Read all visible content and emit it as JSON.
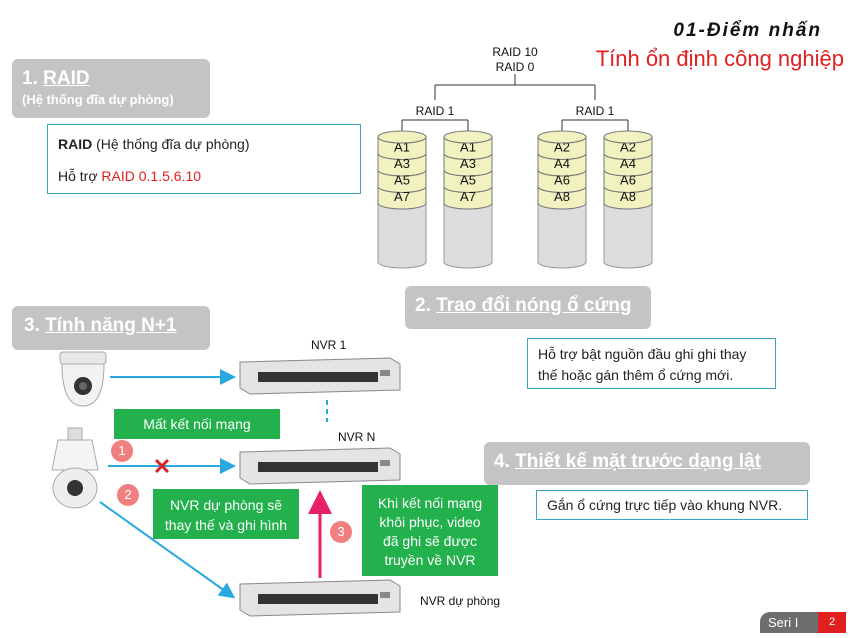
{
  "header": {
    "title": "01-Điểm nhấn",
    "subtitle": "Tính ổn định công nghiệp"
  },
  "raid_section": {
    "number": "1. ",
    "title": "RAID",
    "subtitle": "(Hệ thống đĩa dự phòng)",
    "box_bold": "RAID",
    "box_rest": " (Hệ thống đĩa dự phòng)",
    "box_line2_prefix": "Hỗ trợ ",
    "box_line2_value": "RAID 0.1.5.6.10"
  },
  "raid_diagram": {
    "top_line1": "RAID 10",
    "top_line2": "RAID 0",
    "group_label_left": "RAID 1",
    "group_label_right": "RAID 1",
    "disks": [
      [
        "A1",
        "A3",
        "A5",
        "A7"
      ],
      [
        "A1",
        "A3",
        "A5",
        "A7"
      ],
      [
        "A2",
        "A4",
        "A6",
        "A8"
      ],
      [
        "A2",
        "A4",
        "A6",
        "A8"
      ]
    ]
  },
  "hot_swap": {
    "number": "2. ",
    "title": "Trao đổi nóng ổ cứng",
    "desc_line1": "Hỗ trợ bật nguồn đầu ghi ghi thay",
    "desc_line2": "thế hoặc gán thêm ổ cứng mới."
  },
  "n_plus_1": {
    "number": "3. ",
    "title": "Tính năng N+1",
    "nvr1_label": "NVR 1",
    "nvrn_label": "NVR N",
    "nvr_backup_label": "NVR dự phòng",
    "step1_text": "Mất kết nối mạng",
    "step2_line1": "NVR dự phòng sẽ",
    "step2_line2": "thay thế và ghi hình",
    "step3_line1": "Khi kết nối mạng",
    "step3_line2": "khôi phục, video",
    "step3_line3": "đã ghi sẽ được",
    "step3_line4": "truyền về NVR",
    "num1": "1",
    "num2": "2",
    "num3": "3"
  },
  "front_panel": {
    "number": "4. ",
    "title": "Thiết kế mặt trước dạng lật",
    "desc": "Gắn ổ cứng trực tiếp vào khung NVR."
  },
  "footer": {
    "series": "Seri I",
    "page": "2"
  },
  "colors": {
    "accent_red": "#e02020",
    "green": "#22b14c",
    "tag_grey": "#c4c4c4",
    "box_border": "#3ba6c4",
    "arrow_blue": "#2aa8e0",
    "arrow_pink": "#e8206a",
    "disk_yellow": "#f2f2c0",
    "disk_grey": "#dcdcdc"
  },
  "icons": {
    "dome_camera": "dome-camera-icon",
    "ptz_camera": "ptz-camera-icon",
    "nvr_device": "nvr-device-icon",
    "fail_mark": "x-mark-icon"
  }
}
